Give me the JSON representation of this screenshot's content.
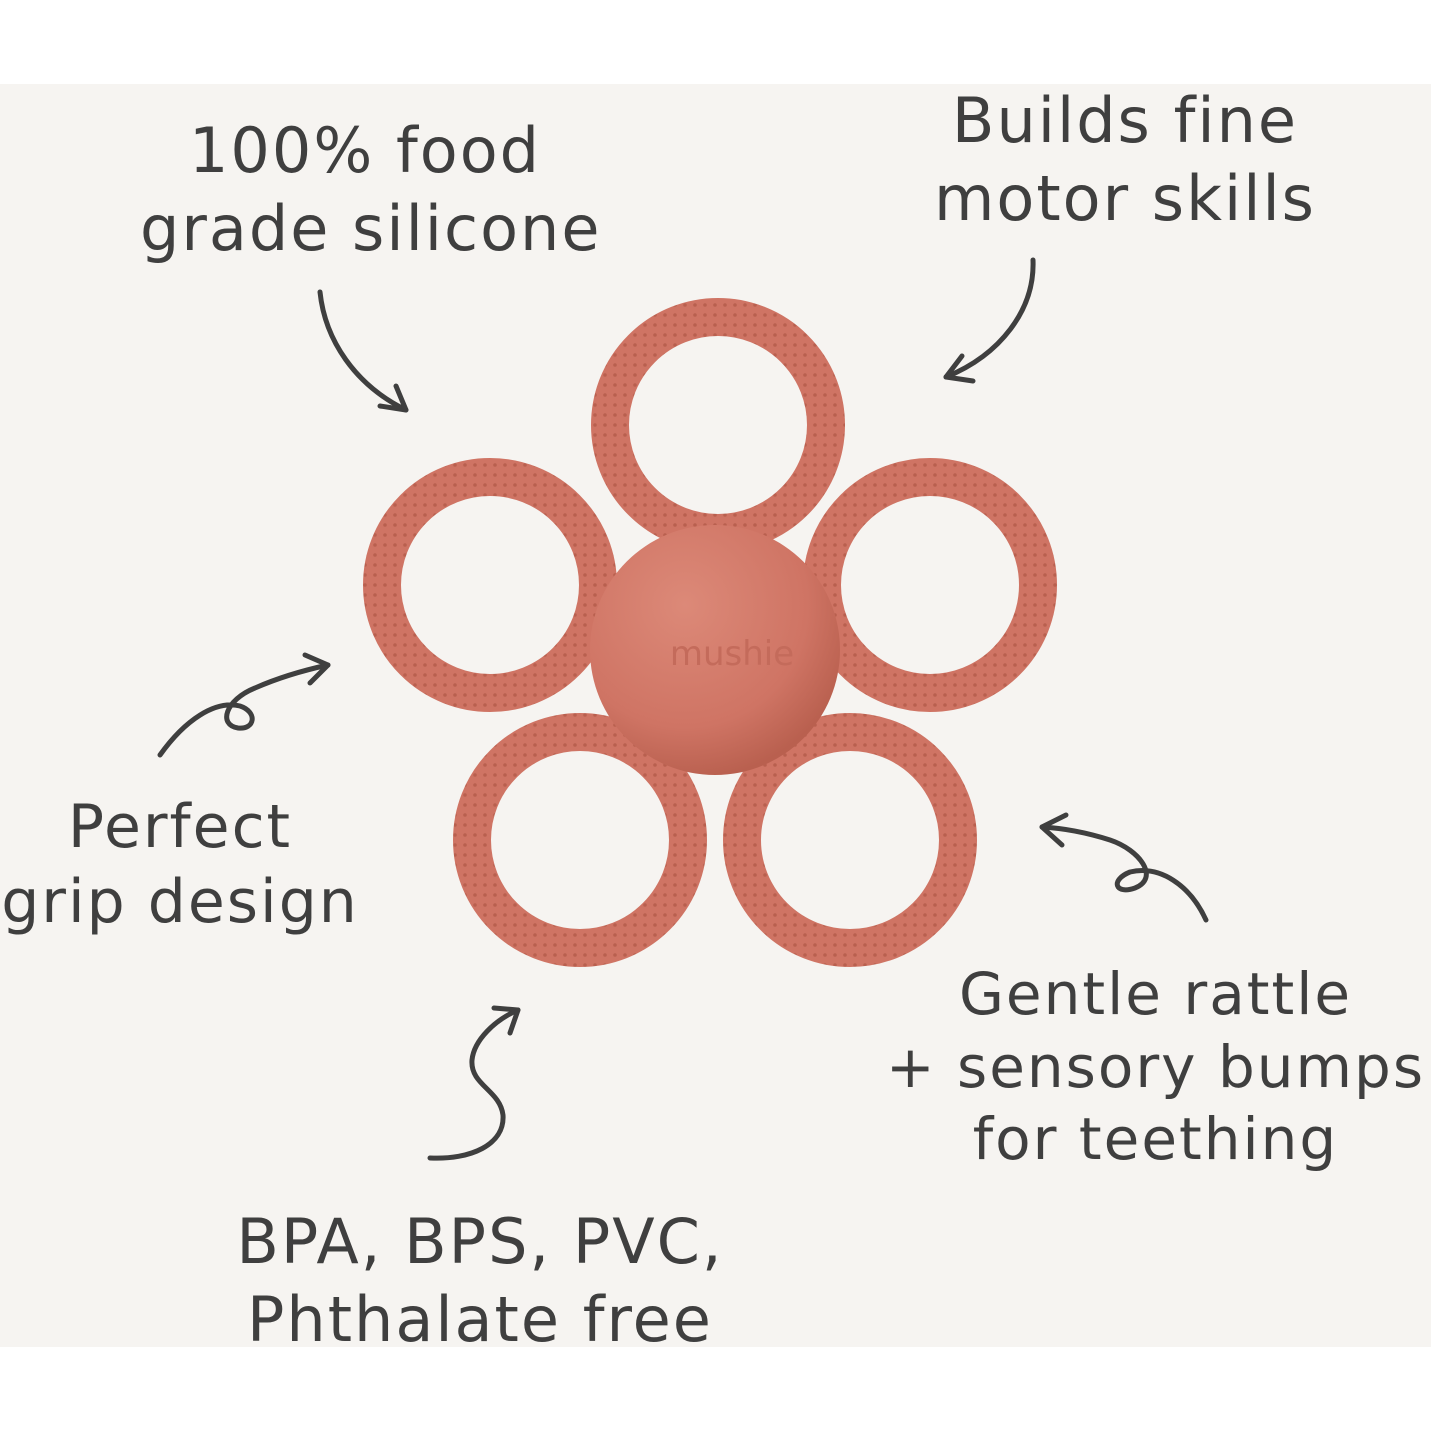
{
  "callouts": {
    "silicone": {
      "line1": "100% food",
      "line2": "grade silicone"
    },
    "motor_skills": {
      "line1": "Builds fine",
      "line2": "motor skills"
    },
    "grip": {
      "line1": "Perfect",
      "line2": "grip design"
    },
    "rattle": {
      "line1": "Gentle rattle",
      "line2": "+ sensory bumps",
      "line3": "for teething"
    },
    "free_of": {
      "line1": "BPA, BPS, PVC,",
      "line2": "Phthalate free"
    }
  },
  "product": {
    "brand_mark": "mushie",
    "color": "#cf7464",
    "color_dark": "#b9604f",
    "color_light": "#dc8978"
  },
  "colors": {
    "background": "#f6f4f1",
    "ink": "#3f3f3f"
  }
}
